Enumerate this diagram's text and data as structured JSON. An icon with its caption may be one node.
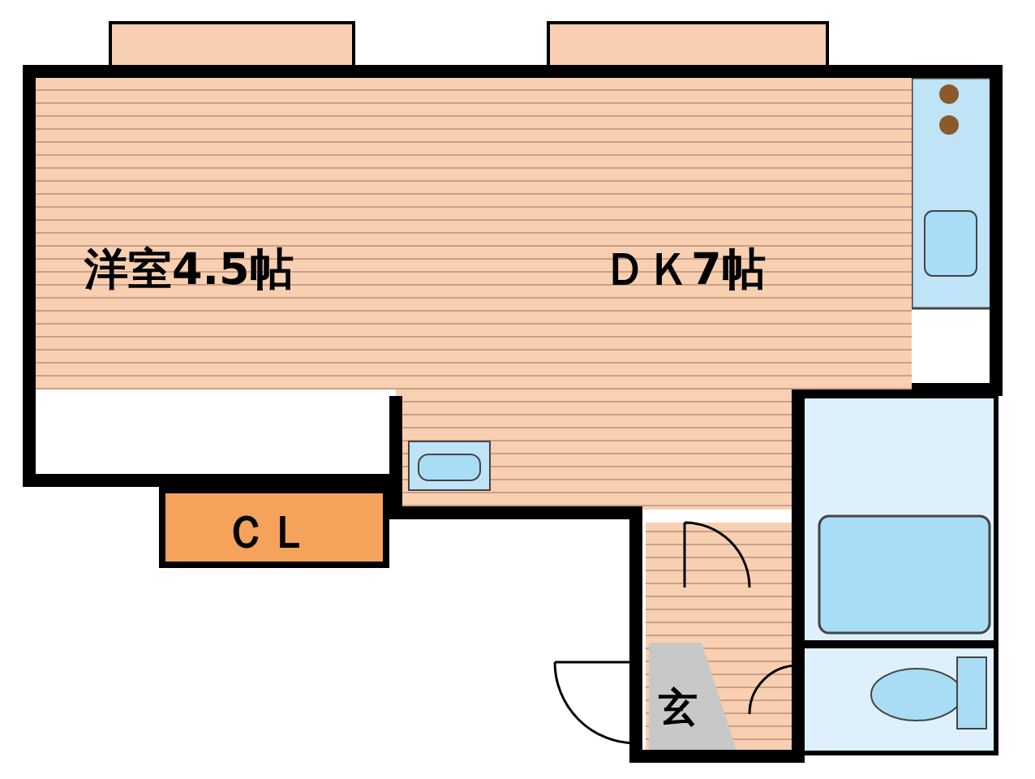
{
  "diagram": {
    "nodes": [
      {
        "text": [
          "洋室4.5帖",
          "ＤＫ7帖"
        ]
      },
      {
        "text": [
          "ＣＬ"
        ]
      },
      {
        "text": [
          "玄"
        ]
      }
    ]
  }
}
